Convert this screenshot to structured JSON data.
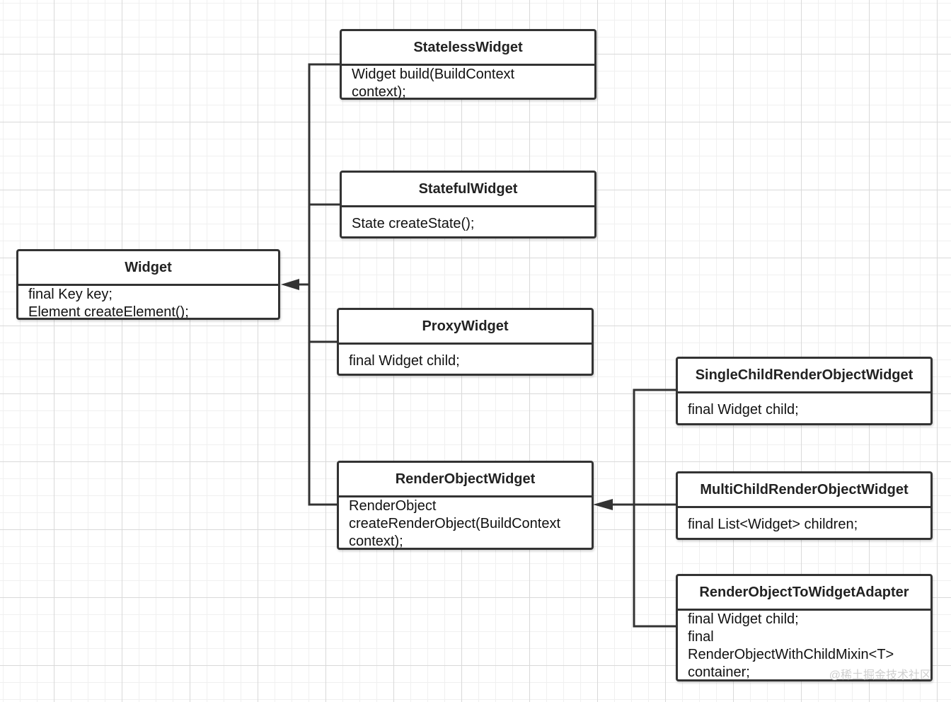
{
  "classes": {
    "widget": {
      "name": "Widget",
      "members": [
        "final Key key;",
        "Element createElement();"
      ]
    },
    "stateless": {
      "name": "StatelessWidget",
      "members": [
        "Widget build(BuildContext",
        "context);"
      ]
    },
    "stateful": {
      "name": "StatefulWidget",
      "members": [
        "State createState();"
      ]
    },
    "proxy": {
      "name": "ProxyWidget",
      "members": [
        "final Widget child;"
      ]
    },
    "render_object": {
      "name": "RenderObjectWidget",
      "members": [
        "RenderObject",
        "createRenderObject(BuildContext",
        "context);"
      ]
    },
    "single_child": {
      "name": "SingleChildRenderObjectWidget",
      "members": [
        "final Widget child;"
      ]
    },
    "multi_child": {
      "name": "MultiChildRenderObjectWidget",
      "members": [
        "final List<Widget> children;"
      ]
    },
    "adapter": {
      "name": "RenderObjectToWidgetAdapter",
      "members": [
        "final Widget child;",
        "final",
        "RenderObjectWithChildMixin<T>",
        "container;"
      ]
    }
  },
  "watermark": "@稀土掘金技术社区",
  "colors": {
    "line": "#333333",
    "grid_major": "#d9d9d9",
    "grid_minor": "#f0f0f0"
  }
}
